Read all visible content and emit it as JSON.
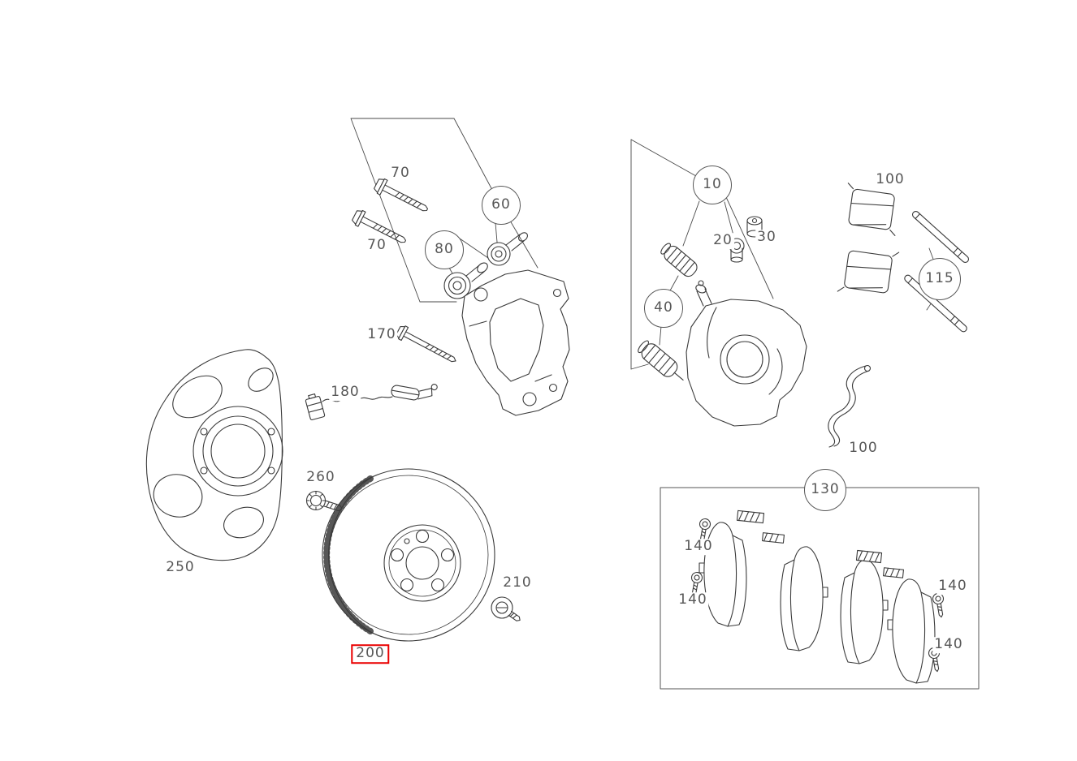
{
  "app": {
    "background_color": "#ffffff"
  },
  "diagram": {
    "type": "exploded-parts-diagram",
    "subject": "front-brake-assembly",
    "selected_part": "200",
    "colors": {
      "line": "#3a3a3a",
      "leader_line": "#4a4a4a",
      "label": "#575757",
      "highlight": "#ea0000",
      "background": "#ffffff"
    },
    "labels": [
      {
        "text": "70",
        "kind": "plain"
      },
      {
        "text": "70",
        "kind": "plain"
      },
      {
        "text": "60",
        "kind": "balloon"
      },
      {
        "text": "80",
        "kind": "balloon"
      },
      {
        "text": "170",
        "kind": "plain"
      },
      {
        "text": "180",
        "kind": "plain"
      },
      {
        "text": "250",
        "kind": "plain"
      },
      {
        "text": "260",
        "kind": "plain"
      },
      {
        "text": "200",
        "kind": "highlighted"
      },
      {
        "text": "210",
        "kind": "plain"
      },
      {
        "text": "10",
        "kind": "balloon"
      },
      {
        "text": "20",
        "kind": "plain"
      },
      {
        "text": "30",
        "kind": "plain"
      },
      {
        "text": "40",
        "kind": "balloon"
      },
      {
        "text": "100",
        "kind": "plain"
      },
      {
        "text": "115",
        "kind": "balloon"
      },
      {
        "text": "100",
        "kind": "plain"
      },
      {
        "text": "130",
        "kind": "balloon"
      },
      {
        "text": "140",
        "kind": "plain"
      },
      {
        "text": "140",
        "kind": "plain"
      },
      {
        "text": "140",
        "kind": "plain"
      },
      {
        "text": "140",
        "kind": "plain"
      }
    ]
  }
}
